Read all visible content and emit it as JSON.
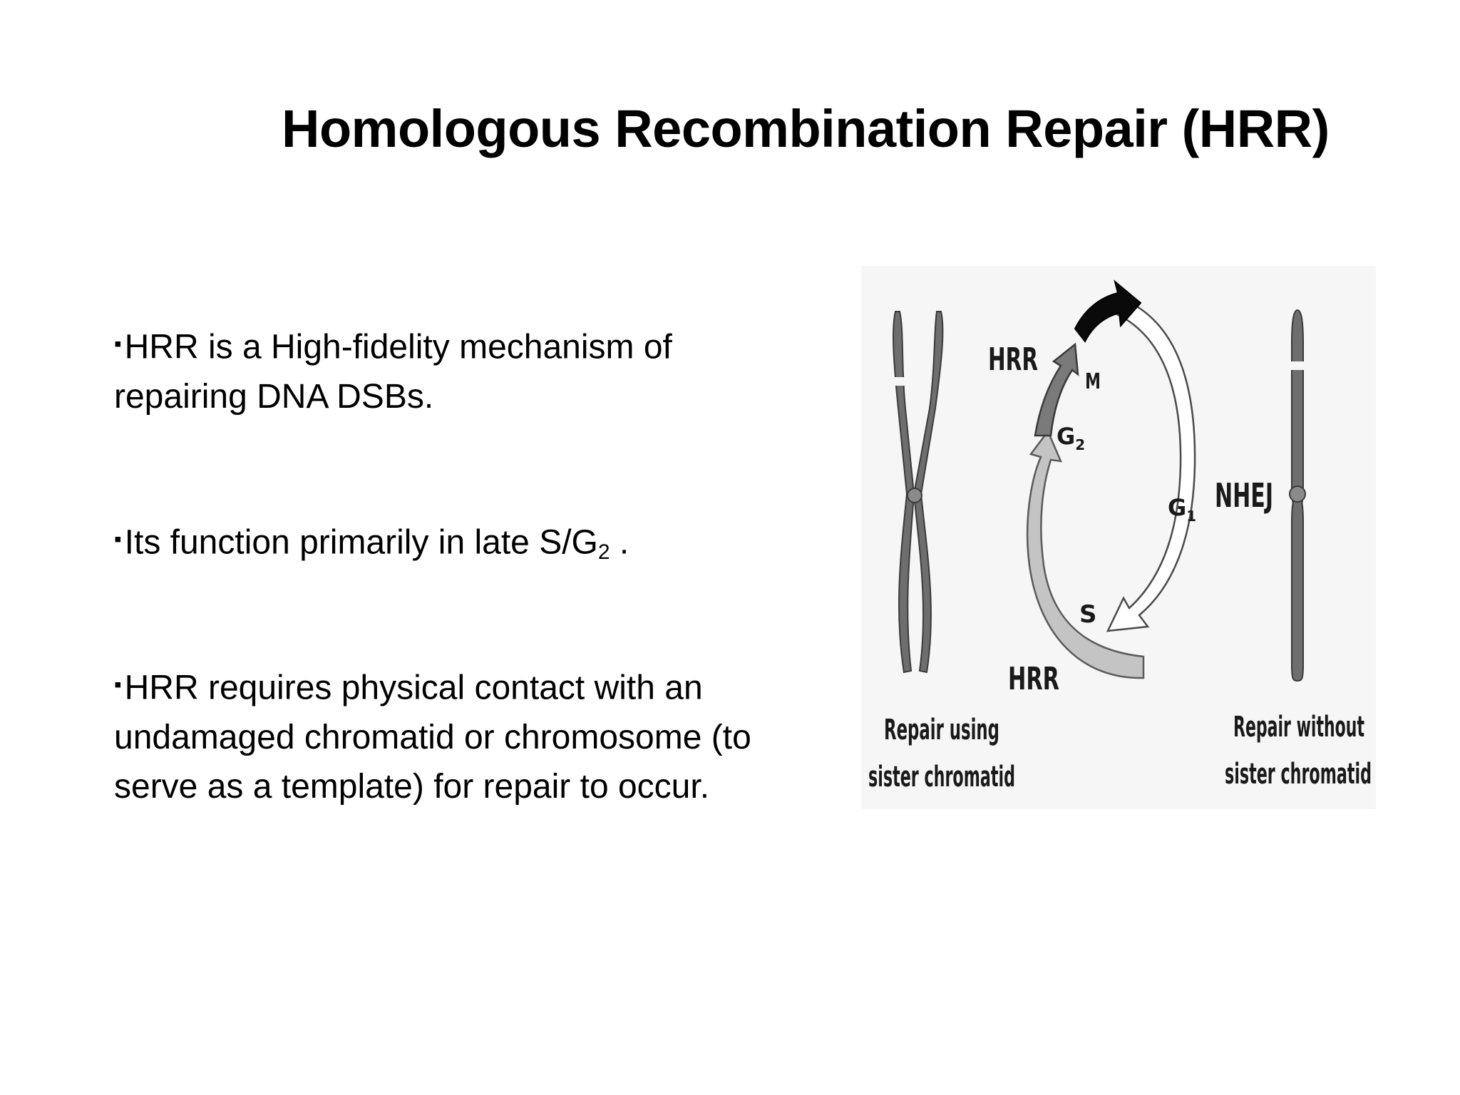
{
  "slide": {
    "title": "Homologous Recombination Repair (HRR)",
    "bullet_marker": "▪",
    "bullets": [
      {
        "text": "HRR is a High-fidelity mechanism of repairing DNA DSBs."
      },
      {
        "text_before_sub": "Its  function primarily in late S/G",
        "subscript": "2",
        "text_after_sub": " ."
      },
      {
        "text": "HRR requires physical contact with an undamaged chromatid or chromosome (to serve as a template) for repair to occur."
      }
    ]
  },
  "figure": {
    "labels": {
      "hrr_top": "HRR",
      "hrr_bottom": "HRR",
      "nhej": "NHEJ",
      "phase_m": "M",
      "phase_g2": "G",
      "phase_g2_sub": "2",
      "phase_g1": "G",
      "phase_g1_sub": "1",
      "phase_s": "S",
      "left_caption_line1": "Repair using",
      "left_caption_line2": "sister chromatid",
      "right_caption_line1": "Repair without",
      "right_caption_line2": "sister chromatid"
    },
    "colors": {
      "m_arrow": "#0a0a0a",
      "g2_arrow": "#7a7a7a",
      "s_arrow": "#c4c4c4",
      "g1_arrow": "#ffffff",
      "chromosome": "#6e6e6e"
    }
  }
}
